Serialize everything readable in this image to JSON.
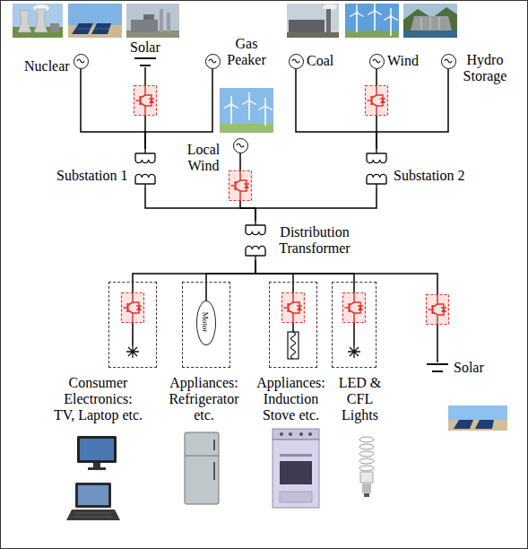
{
  "diagram": {
    "nodes": [
      {
        "text": [
          "Nuclear"
        ]
      },
      {
        "text": [
          "Solar"
        ]
      },
      {
        "text": [
          "Gas Peaker"
        ]
      },
      {
        "text": [
          "Coal"
        ]
      },
      {
        "text": [
          "Wind"
        ]
      },
      {
        "text": [
          "Hydro Storage"
        ]
      },
      {
        "text": [
          "Local Wind"
        ]
      },
      {
        "text": [
          "Substation 1"
        ]
      },
      {
        "text": [
          "Substation 2"
        ]
      },
      {
        "text": [
          "Distribution Transformer"
        ]
      },
      {
        "text": [
          "Consumer Electronics: TV, Laptop etc."
        ]
      },
      {
        "text": [
          "Appliances: Refrigerator etc."
        ]
      },
      {
        "text": [
          "Motor"
        ],
        "in": 11
      },
      {
        "text": [
          "Appliances: Induction Stove etc."
        ]
      },
      {
        "text": [
          "LED & CFL Lights"
        ]
      },
      {
        "text": [
          "Solar"
        ]
      }
    ],
    "edges": [
      {
        "from": 0,
        "to": 7,
        "arrow": "none"
      },
      {
        "from": 1,
        "to": 7,
        "arrow": "none"
      },
      {
        "from": 2,
        "to": 7,
        "arrow": "none"
      },
      {
        "from": 3,
        "to": 8,
        "arrow": "none"
      },
      {
        "from": 4,
        "to": 8,
        "arrow": "none"
      },
      {
        "from": 5,
        "to": 8,
        "arrow": "none"
      },
      {
        "from": 7,
        "to": 9,
        "arrow": "none"
      },
      {
        "from": 6,
        "to": 9,
        "arrow": "none"
      },
      {
        "from": 8,
        "to": 9,
        "arrow": "none"
      },
      {
        "from": 9,
        "to": 10,
        "arrow": "none"
      },
      {
        "from": 9,
        "to": 11,
        "arrow": "none"
      },
      {
        "from": 9,
        "to": 13,
        "arrow": "none"
      },
      {
        "from": 9,
        "to": 14,
        "arrow": "none"
      },
      {
        "from": 9,
        "to": 15,
        "arrow": "none"
      }
    ]
  }
}
